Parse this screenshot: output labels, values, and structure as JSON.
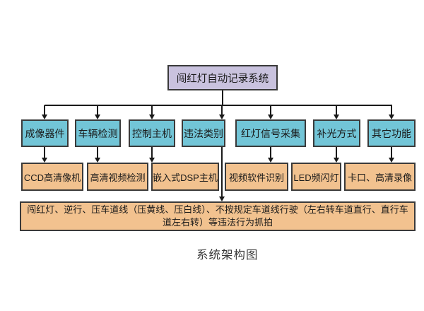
{
  "diagram": {
    "root": {
      "label": "闯红灯自动记录系统"
    },
    "level2": [
      {
        "label": "成像器件"
      },
      {
        "label": "车辆检测"
      },
      {
        "label": "控制主机"
      },
      {
        "label": "违法类别"
      },
      {
        "label": "红灯信号采集"
      },
      {
        "label": "补光方式"
      },
      {
        "label": "其它功能"
      }
    ],
    "level3": [
      {
        "label": "CCD高清像机"
      },
      {
        "label": "高清视频检测"
      },
      {
        "label": "嵌入式DSP主机"
      },
      {
        "label": "视频软件识别"
      },
      {
        "label": "LED频闪灯"
      },
      {
        "label": "卡口、高清录像"
      }
    ],
    "violation_detail": "闯红灯、逆行、压车道线（压黄线、压白线）、不按规定车道线行驶（左右转车道直行、直行车道左右转）等违法行为抓拍",
    "caption": "系统架构图"
  },
  "colors": {
    "root_fill": "#c9c2de",
    "level2_fill": "#72c5d7",
    "level3_fill": "#f2c28f",
    "border": "#3a3a3a",
    "line": "#1a1a1a"
  }
}
